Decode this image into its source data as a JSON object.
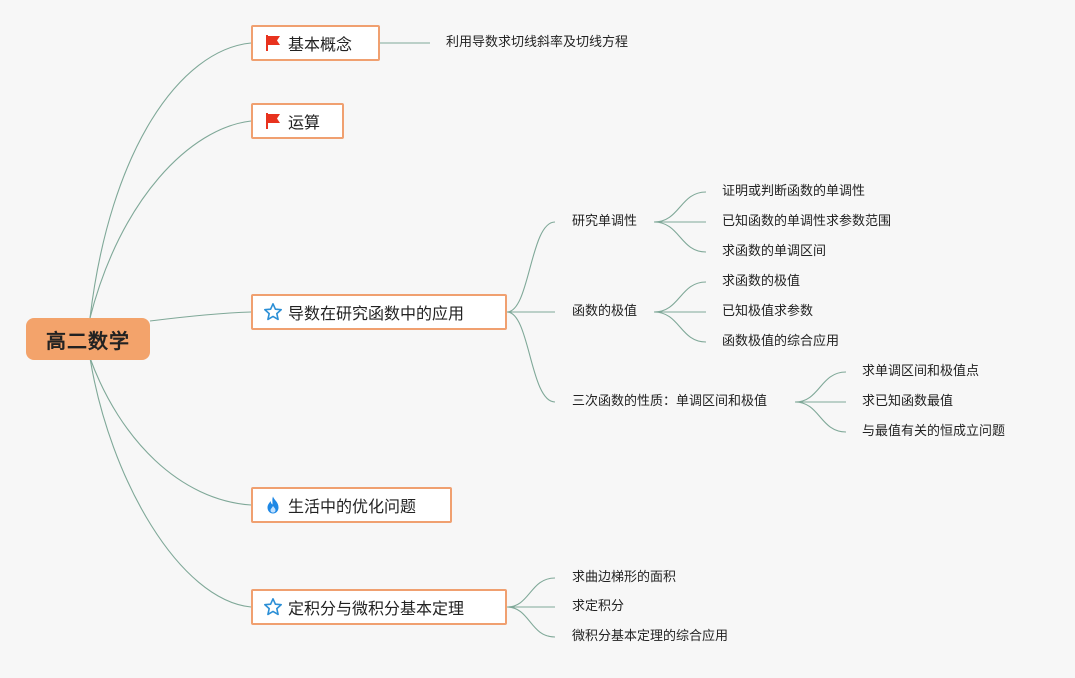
{
  "root": {
    "label": "高二数学"
  },
  "topics": [
    {
      "label": "基本概念",
      "icon": "red-flag-icon",
      "children": [
        {
          "label": "利用导数求切线斜率及切线方程"
        }
      ]
    },
    {
      "label": "运算",
      "icon": "red-flag-icon",
      "children": []
    },
    {
      "label": "导数在研究函数中的应用",
      "icon": "blue-star-icon",
      "children": [
        {
          "label": "研究单调性",
          "children": [
            {
              "label": "证明或判断函数的单调性"
            },
            {
              "label": "已知函数的单调性求参数范围"
            },
            {
              "label": "求函数的单调区间"
            }
          ]
        },
        {
          "label": "函数的极值",
          "children": [
            {
              "label": "求函数的极值"
            },
            {
              "label": "已知极值求参数"
            },
            {
              "label": "函数极值的综合应用"
            }
          ]
        },
        {
          "label": "三次函数的性质：单调区间和极值",
          "children": [
            {
              "label": "求单调区间和极值点"
            },
            {
              "label": "求已知函数最值"
            },
            {
              "label": "与最值有关的恒成立问题"
            }
          ]
        }
      ]
    },
    {
      "label": "生活中的优化问题",
      "icon": "blue-flame-icon",
      "children": []
    },
    {
      "label": "定积分与微积分基本定理",
      "icon": "blue-star-icon",
      "children": [
        {
          "label": "求曲边梯形的面积"
        },
        {
          "label": "求定积分"
        },
        {
          "label": "微积分基本定理的综合应用"
        }
      ]
    }
  ],
  "colors": {
    "root_fill": "#f3a36b",
    "topic_border": "#f0a070",
    "link": "#7fa898",
    "flag": "#e8321e",
    "star": "#2b8fd6",
    "flame": "#1e88e5"
  }
}
